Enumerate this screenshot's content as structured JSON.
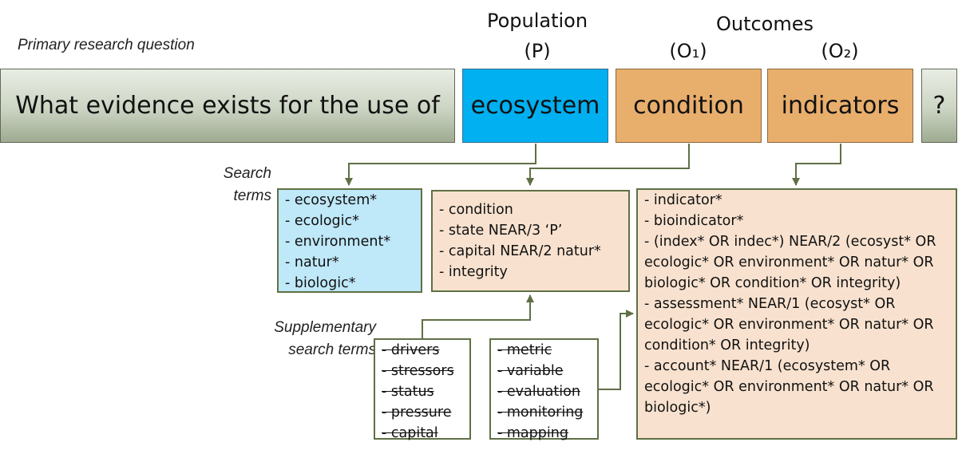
{
  "labels": {
    "primary_question": "Primary research question",
    "search_terms_1": "Search",
    "search_terms_2": "terms",
    "supplementary_1": "Supplementary",
    "supplementary_2": "search terms"
  },
  "headers": {
    "population": "Population",
    "population_code": "(P)",
    "outcomes": "Outcomes",
    "o1": "(O₁)",
    "o2": "(O₂)"
  },
  "question": {
    "lead": "What evidence exists for the use of",
    "population": "ecosystem",
    "outcome1": "condition",
    "outcome2": "indicators",
    "end": "?"
  },
  "search_terms": {
    "population": [
      "- ecosystem*",
      "- ecologic*",
      "- environment*",
      "- natur*",
      "- biologic*"
    ],
    "condition": [
      "- condition",
      "- state NEAR/3 ‘P’",
      "- capital NEAR/2 natur*",
      "- integrity"
    ],
    "indicators": [
      "- indicator*",
      "- bioindicator*",
      "- (index* OR indec*) NEAR/2 (ecosyst* OR ecologic* OR environment* OR natur* OR biologic* OR condition* OR integrity)",
      "- assessment* NEAR/1 (ecosyst* OR ecologic* OR environment* OR natur* OR condition* OR integrity)",
      "- account* NEAR/1 (ecosystem* OR ecologic* OR environment* OR natur* OR biologic*)"
    ]
  },
  "supplementary": {
    "condition": [
      "- drivers",
      "- stressors",
      "- status",
      "- pressure",
      "- capital"
    ],
    "indicators": [
      "- metric",
      "- variable",
      "- evaluation",
      "- monitoring",
      "- mapping"
    ]
  },
  "colors": {
    "population": "#00b0f0",
    "outcome": "#e8ae6c",
    "connector": "#5f7045",
    "list_blue": "#bfe8f8",
    "list_peach": "#f8e2cf"
  }
}
